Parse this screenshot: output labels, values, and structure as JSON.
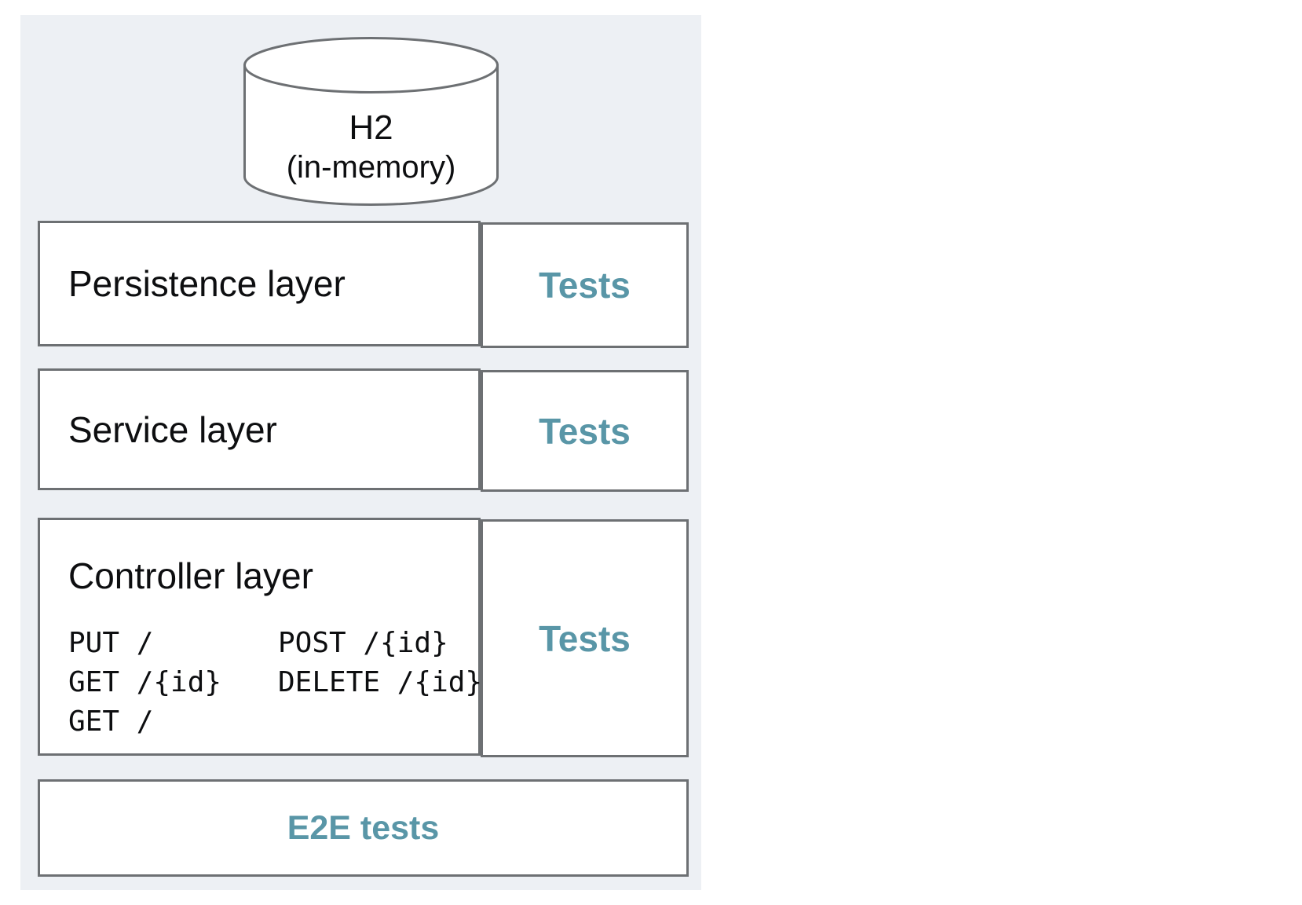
{
  "database": {
    "name": "H2",
    "subtitle": "(in-memory)"
  },
  "layers": [
    {
      "label": "Persistence layer",
      "tests_label": "Tests"
    },
    {
      "label": "Service layer",
      "tests_label": "Tests"
    },
    {
      "label": "Controller layer",
      "tests_label": "Tests",
      "endpoints_col1": [
        "PUT /",
        "GET /{id}",
        "GET /"
      ],
      "endpoints_col2": [
        "POST /{id}",
        "DELETE /{id}"
      ]
    }
  ],
  "e2e": {
    "label": "E2E tests"
  },
  "colors": {
    "accent_teal": "#5996a7",
    "border_gray": "#6d7073",
    "panel_background": "#edf0f4"
  }
}
